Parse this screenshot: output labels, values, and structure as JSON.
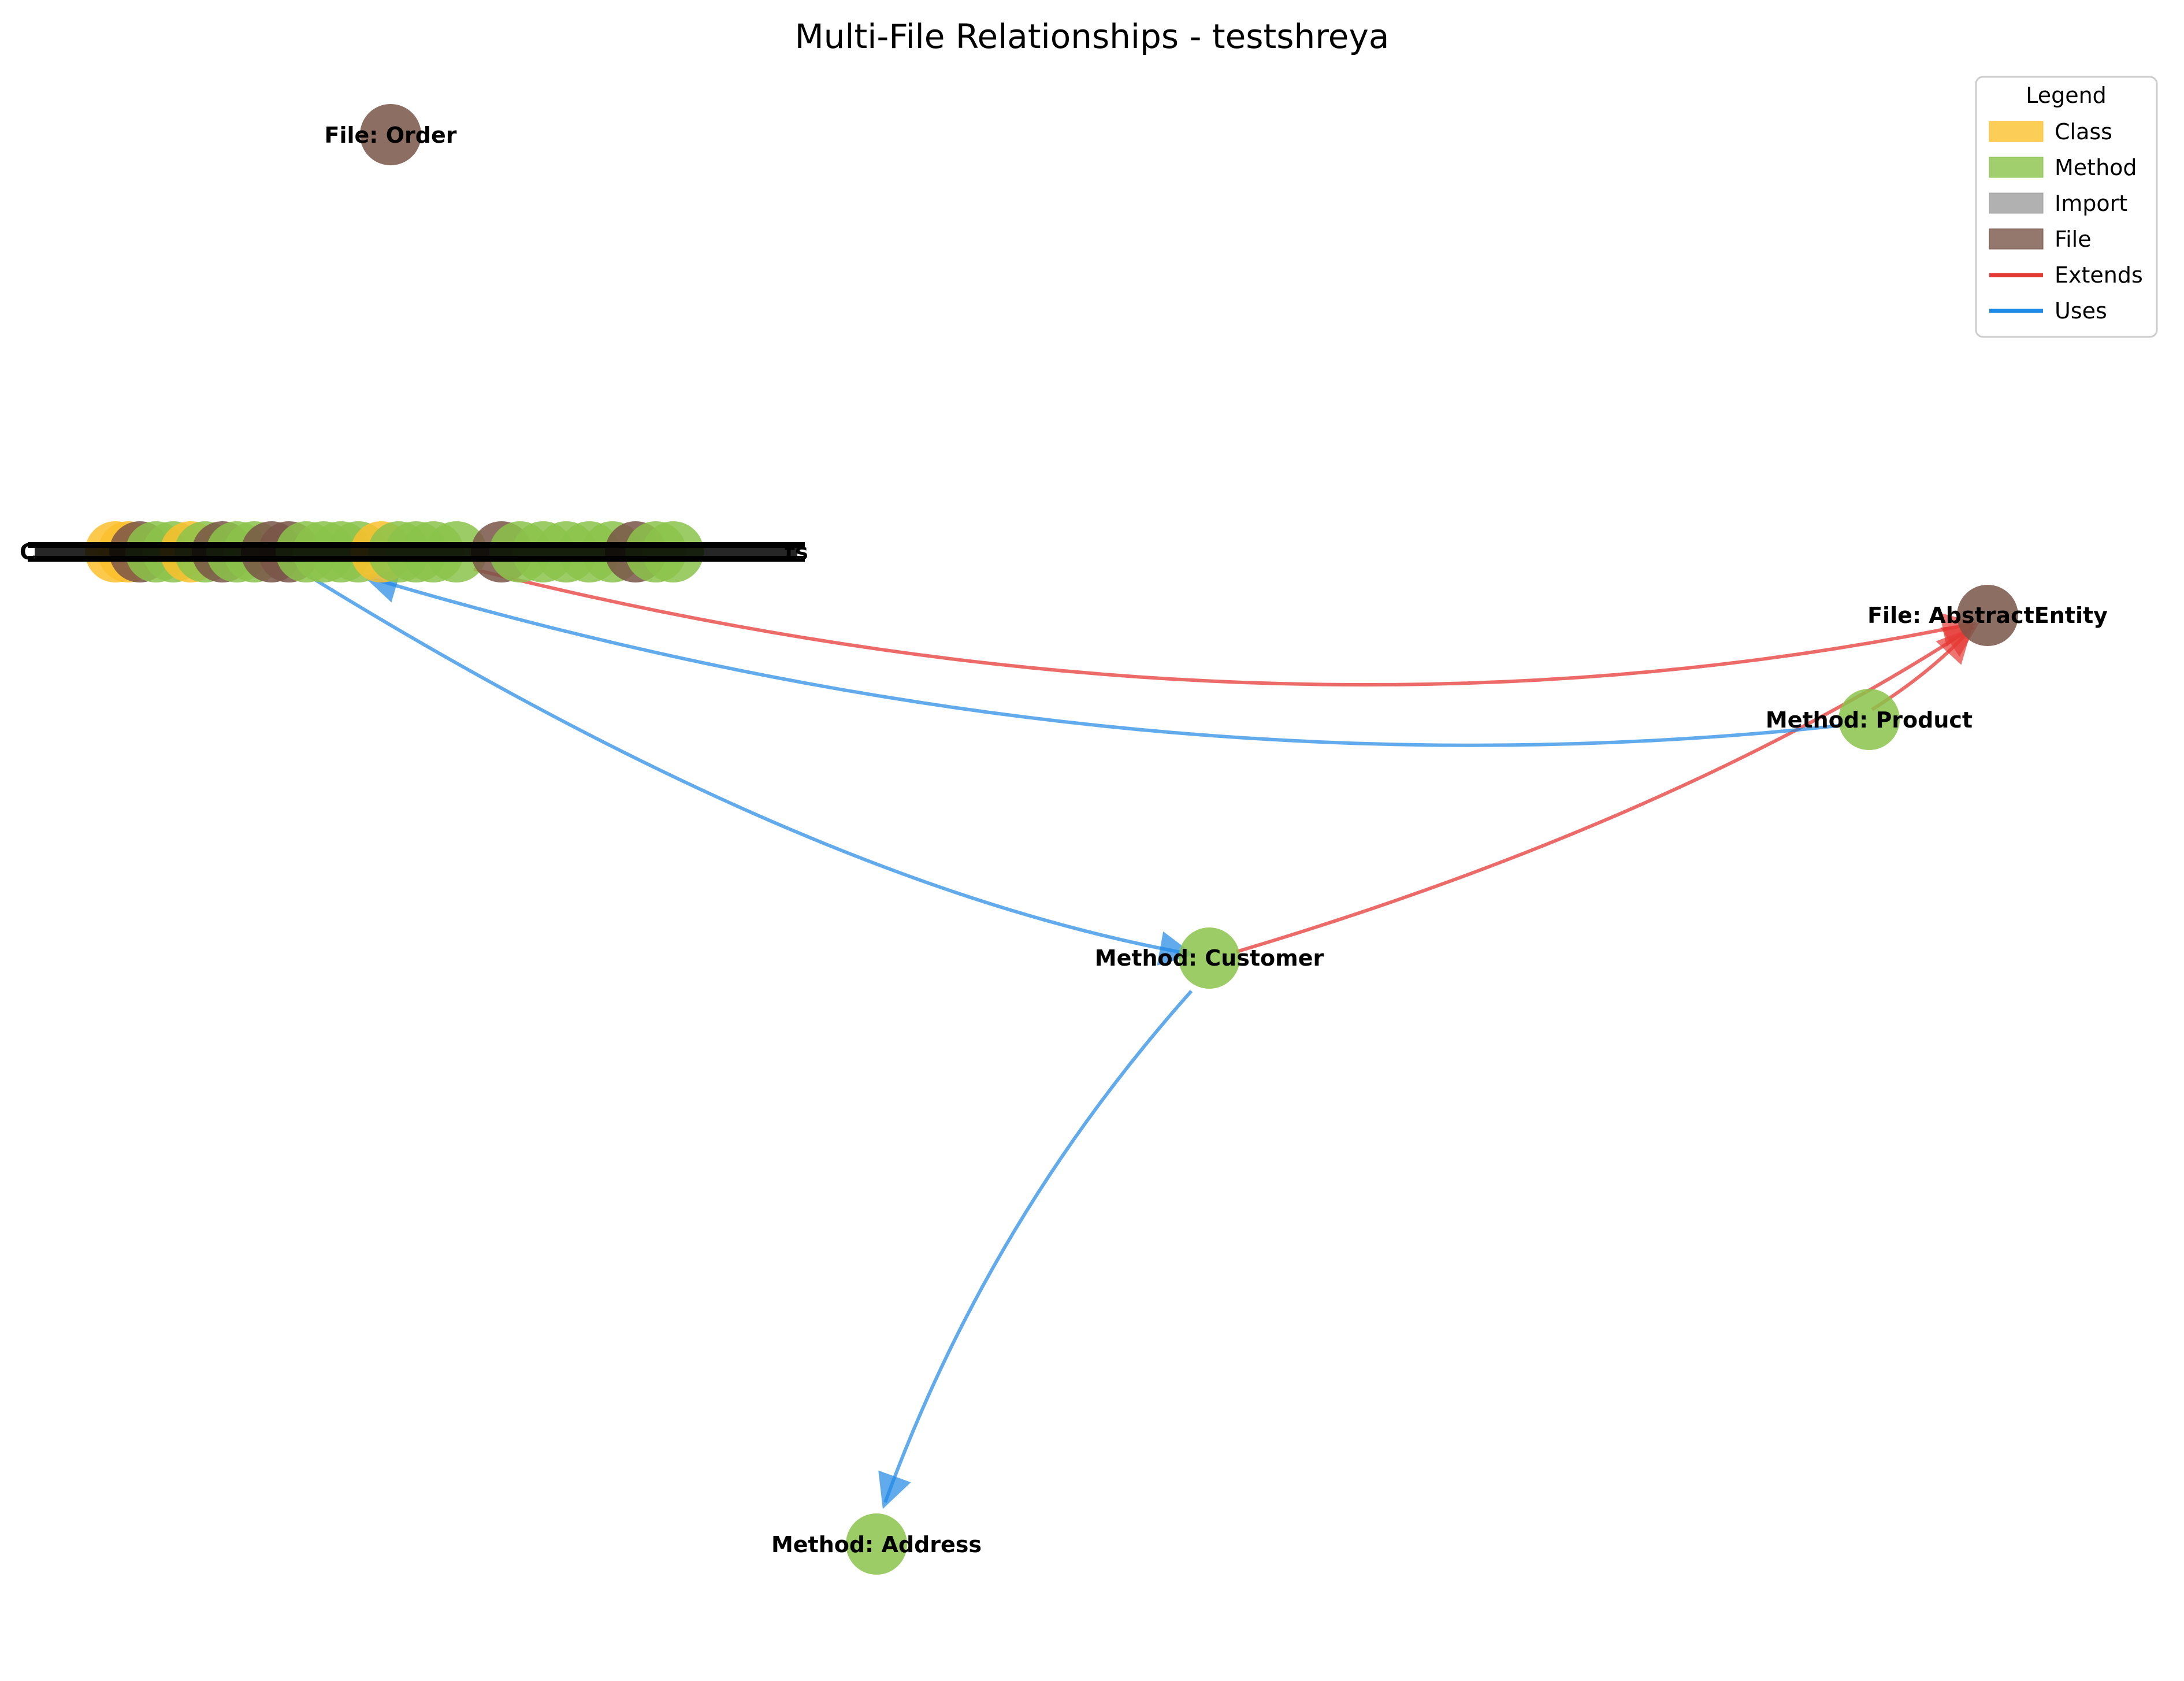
{
  "title": "Multi-File Relationships - testshreya",
  "colors": {
    "class": "#fbc02d",
    "method": "#8bc34a",
    "import": "#9e9e9e",
    "file": "#795548",
    "extends": "#e53935",
    "uses": "#1e88e5"
  },
  "legend": {
    "title": "Legend",
    "items": [
      {
        "label": "Class",
        "kind": "patch",
        "color_key": "class"
      },
      {
        "label": "Method",
        "kind": "patch",
        "color_key": "method"
      },
      {
        "label": "Import",
        "kind": "patch",
        "color_key": "import"
      },
      {
        "label": "File",
        "kind": "patch",
        "color_key": "file"
      },
      {
        "label": "Extends",
        "kind": "line",
        "color_key": "extends"
      },
      {
        "label": "Uses",
        "kind": "line",
        "color_key": "uses"
      }
    ]
  },
  "nodes": {
    "file_order": {
      "label": "File: Order",
      "type": "file"
    },
    "file_abstract": {
      "label": "File: AbstractEntity",
      "type": "file"
    },
    "method_product": {
      "label": "Method: Product",
      "type": "method"
    },
    "method_customer": {
      "label": "Method: Customer",
      "type": "method"
    },
    "method_address": {
      "label": "Method: Address",
      "type": "method"
    }
  },
  "cluster": {
    "left_label_fragment": "C",
    "right_label_fragment": "ts"
  },
  "edges": [
    {
      "from": "cluster",
      "to": "file_abstract",
      "type": "extends"
    },
    {
      "from": "method_product",
      "to": "file_abstract",
      "type": "extends"
    },
    {
      "from": "method_customer",
      "to": "file_abstract",
      "type": "extends"
    },
    {
      "from": "method_product",
      "to": "cluster",
      "type": "uses"
    },
    {
      "from": "cluster",
      "to": "method_customer",
      "type": "uses"
    },
    {
      "from": "method_customer",
      "to": "method_address",
      "type": "uses"
    }
  ]
}
